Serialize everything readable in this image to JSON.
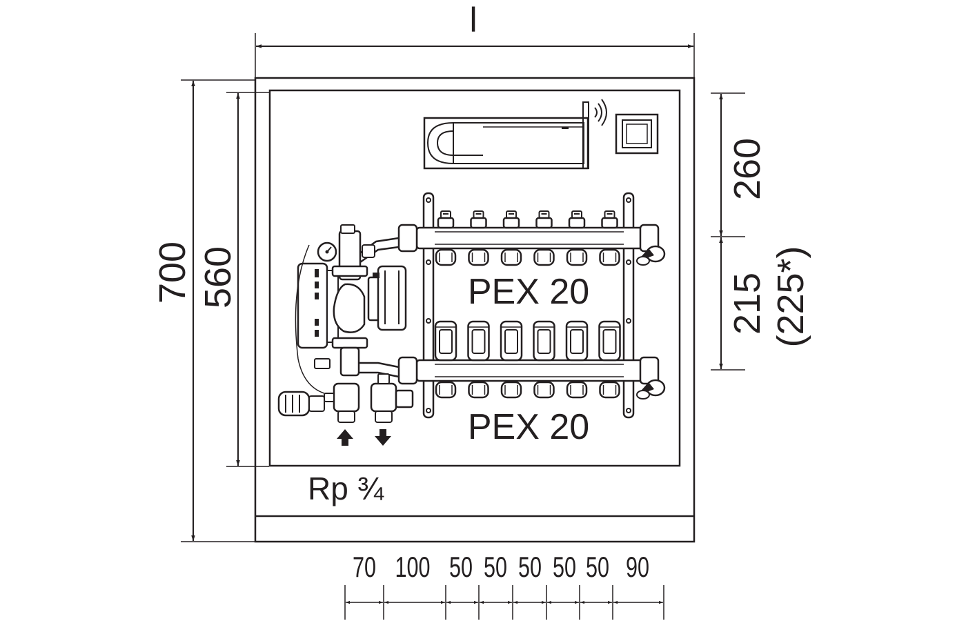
{
  "dimensions": {
    "overall_width": "l",
    "overall_height": "700",
    "inner_height": "560",
    "upper_height": "260",
    "lower_height": "215",
    "lower_height_alt": "(225*)",
    "bottom_spacing": [
      "70",
      "100",
      "50",
      "50",
      "50",
      "50",
      "50",
      "90"
    ]
  },
  "labels": {
    "pex_upper": "PEX 20",
    "pex_lower": "PEX 20",
    "connection": "Rp ¾"
  },
  "manifold": {
    "outlets": 6
  },
  "colors": {
    "line": "#231f20",
    "background": "#ffffff"
  }
}
